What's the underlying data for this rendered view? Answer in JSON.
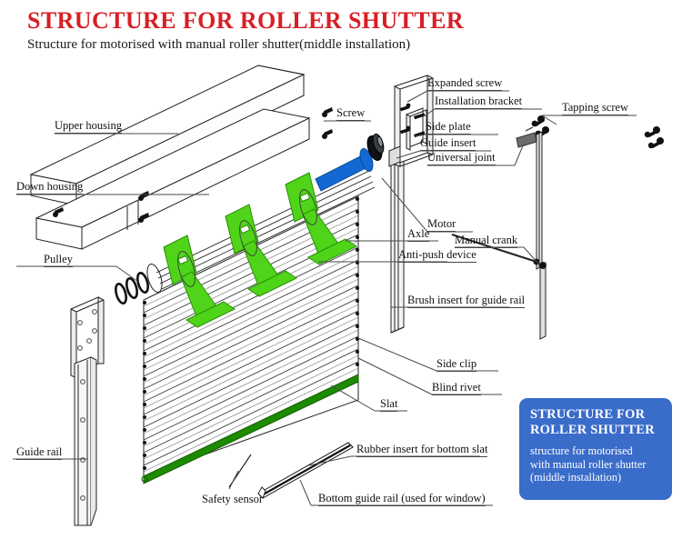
{
  "header": {
    "title": "STRUCTURE FOR ROLLER SHUTTER",
    "subtitle": "Structure for motorised with manual roller shutter(middle installation)"
  },
  "colors": {
    "title_red": "#d81f26",
    "card_blue": "#3a6cca",
    "motor_blue": "#1269d3",
    "bracket_green": "#4fd419",
    "bottom_slat_green": "#1d8a00",
    "line_dark": "#222222",
    "leader_gray": "#4a4a4a"
  },
  "labels": [
    {
      "id": "upper-housing",
      "text": "Upper housing"
    },
    {
      "id": "down-housing",
      "text": "Down housing"
    },
    {
      "id": "screw",
      "text": "Screw"
    },
    {
      "id": "expanded-screw",
      "text": "Expanded screw"
    },
    {
      "id": "installation-bracket",
      "text": "Installation bracket"
    },
    {
      "id": "side-plate",
      "text": "Side plate"
    },
    {
      "id": "guide-insert",
      "text": "Guide insert"
    },
    {
      "id": "universal-joint",
      "text": "Universal joint"
    },
    {
      "id": "tapping-screw",
      "text": "Tapping screw"
    },
    {
      "id": "motor",
      "text": "Motor"
    },
    {
      "id": "axle",
      "text": "Axle"
    },
    {
      "id": "manual-crank",
      "text": "Manual crank"
    },
    {
      "id": "anti-push-device",
      "text": "Anti-push device"
    },
    {
      "id": "brush-insert",
      "text": "Brush insert for guide rail"
    },
    {
      "id": "side-clip",
      "text": "Side clip"
    },
    {
      "id": "blind-rivet",
      "text": "Blind rivet"
    },
    {
      "id": "slat",
      "text": "Slat"
    },
    {
      "id": "pulley",
      "text": "Pulley"
    },
    {
      "id": "guide-rail",
      "text": "Guide rail"
    },
    {
      "id": "rubber-insert",
      "text": "Rubber insert for bottom slat"
    },
    {
      "id": "safety-sensor",
      "text": "Safety sensor"
    },
    {
      "id": "bottom-guide-rail",
      "text": "Bottom guide rail (used for window)"
    }
  ],
  "info_card": {
    "title_line1": "STRUCTURE FOR",
    "title_line2": "ROLLER SHUTTER",
    "body_line1": "structure for motorised",
    "body_line2": "with manual roller shutter",
    "body_line3": "(middle installation)"
  }
}
